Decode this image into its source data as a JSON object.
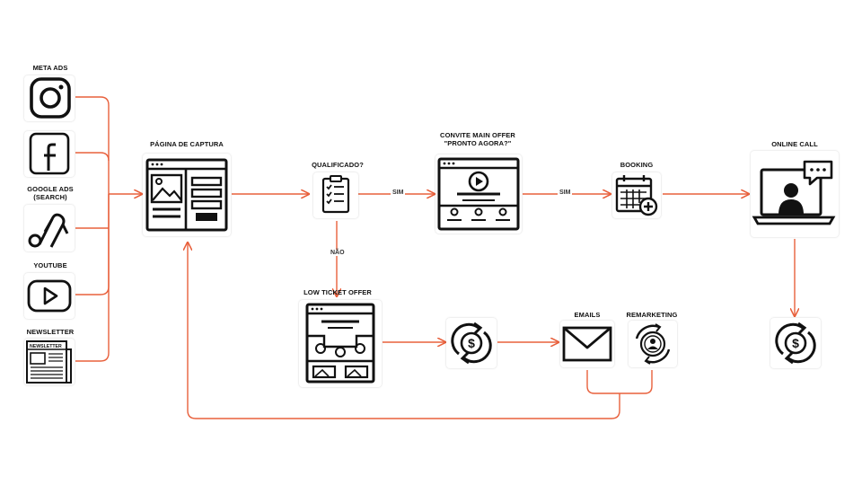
{
  "colors": {
    "connector": "#e8603c",
    "ink": "#111111",
    "background": "#ffffff"
  },
  "sources": [
    {
      "label": "META ADS",
      "icon": "instagram-icon"
    },
    {
      "label": "",
      "icon": "facebook-icon"
    },
    {
      "label": "GOOGLE ADS\n(SEARCH)",
      "icon": "google-ads-icon"
    },
    {
      "label": "YOUTUBE",
      "icon": "youtube-icon"
    },
    {
      "label": "NEWSLETTER",
      "icon": "newsletter-icon",
      "icon_text": "NEWSLETTER"
    }
  ],
  "nodes": {
    "capture": {
      "label": "PÁGINA DE CAPTURA",
      "icon": "landing-page-icon"
    },
    "qualified": {
      "label": "QUALIFICADO?",
      "icon": "checklist-icon"
    },
    "main_offer": {
      "label": "CONVITE MAIN OFFER\n\"PRONTO AGORA?\"",
      "icon": "video-page-icon"
    },
    "booking": {
      "label": "BOOKING",
      "icon": "calendar-add-icon"
    },
    "online_call": {
      "label": "ONLINE CALL",
      "icon": "video-call-icon"
    },
    "low_ticket": {
      "label": "LOW TICKET OFFER",
      "icon": "sales-page-icon"
    },
    "revenue_1": {
      "icon": "dollar-cycle-icon"
    },
    "emails": {
      "label": "EMAILS",
      "icon": "envelope-icon"
    },
    "remarketing": {
      "label": "REMARKETING",
      "icon": "target-user-icon"
    },
    "revenue_2": {
      "icon": "dollar-cycle-icon"
    }
  },
  "edges": {
    "qualified_yes": "SIM",
    "offer_yes": "SIM",
    "qualified_no": "NÃO"
  }
}
